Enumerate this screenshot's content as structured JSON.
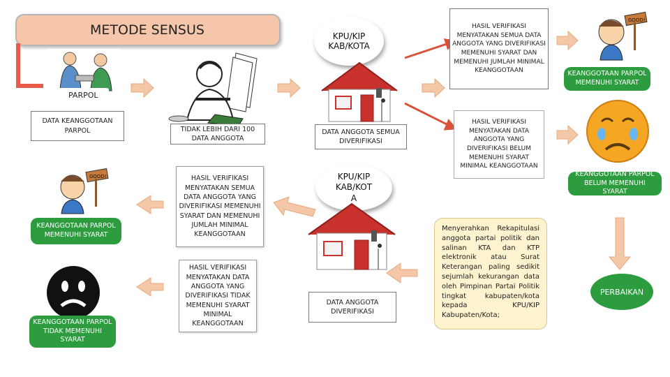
{
  "title": "METODE SENSUS",
  "parpol_label": "PARPOL",
  "labels": {
    "data_keanggotaan": "DATA KEANGGOTAAN PARPOL",
    "tidak_lebih": "TIDAK LEBIH DARI 100 DATA ANGGOTA",
    "memenuhi_left": "KEANGGOTAAN PARPOL MEMENUHI SYARAT",
    "tidak_memenuhi_left": "KEANGGOTAAN PARPOL TIDAK MEMENUHI SYARAT",
    "hasil_semua_mid": "HASIL VERIFIKASI MENYATAKAN SEMUA DATA ANGGOTA YANG DIVERIFIKASI MEMENUHI SYARAT DAN MEMENUHI JUMLAH MINIMAL KEANGGOTAAN",
    "hasil_tidak_mid": "HASIL VERIFIKASI MENYATAKAN DATA ANGGOTA YANG DIVERIFIKASI TIDAK MEMENUHI SYARAT MINIMAL KEANGGOTAAN",
    "kpu_top": "KPU/KIP KAB/KOTA",
    "kpu_mid": "KPU/KIP KAB/KOT A",
    "data_semua_diverifikasi": "DATA ANGGOTA SEMUA DIVERIFIKASI",
    "data_diverifikasi": "DATA ANGGOTA DIVERIFIKASI",
    "hasil_semua_right": "HASIL VERIFIKASI MENYATAKAN SEMUA DATA ANGGOTA YANG DIVERIFIKASI MEMENUHI SYARAT DAN MEMENUHI JUMLAH MINIMAL KEANGGOTAAN",
    "hasil_belum_right": "HASIL VERIFIKASI MENYATAKAN DATA ANGGOTA YANG DIVERIFIKASI BELUM MEMENUHI SYARAT MINIMAL KEANGGOTAAN",
    "memenuhi_right": "KEANGGOTAAN PARPOL MEMENUHI SYARAT",
    "belum_memenuhi_right": "KEANGGOTAAN PARPOL BELUM MEMENUHI SYARAT",
    "perbaikan": "PERBAIKAN",
    "good_sign": "GOOD!",
    "rekap_note": "Menyerahkan Rekapitulasi anggota partai politik dan salinan KTA dan KTP elektronik atau Surat Keterangan paling sedikit sejumlah kekurangan data oleh Pimpinan Partai Politik tingkat kabupaten/kota kepada KPU/KIP Kabupaten/Kota;"
  },
  "colors": {
    "title_bg": "#f5c6aa",
    "accent_green": "#2c9c3f",
    "arrow_orange": "#f3c7a8",
    "arrow_red": "#d9533a",
    "note_bg": "#fdf3cf"
  }
}
